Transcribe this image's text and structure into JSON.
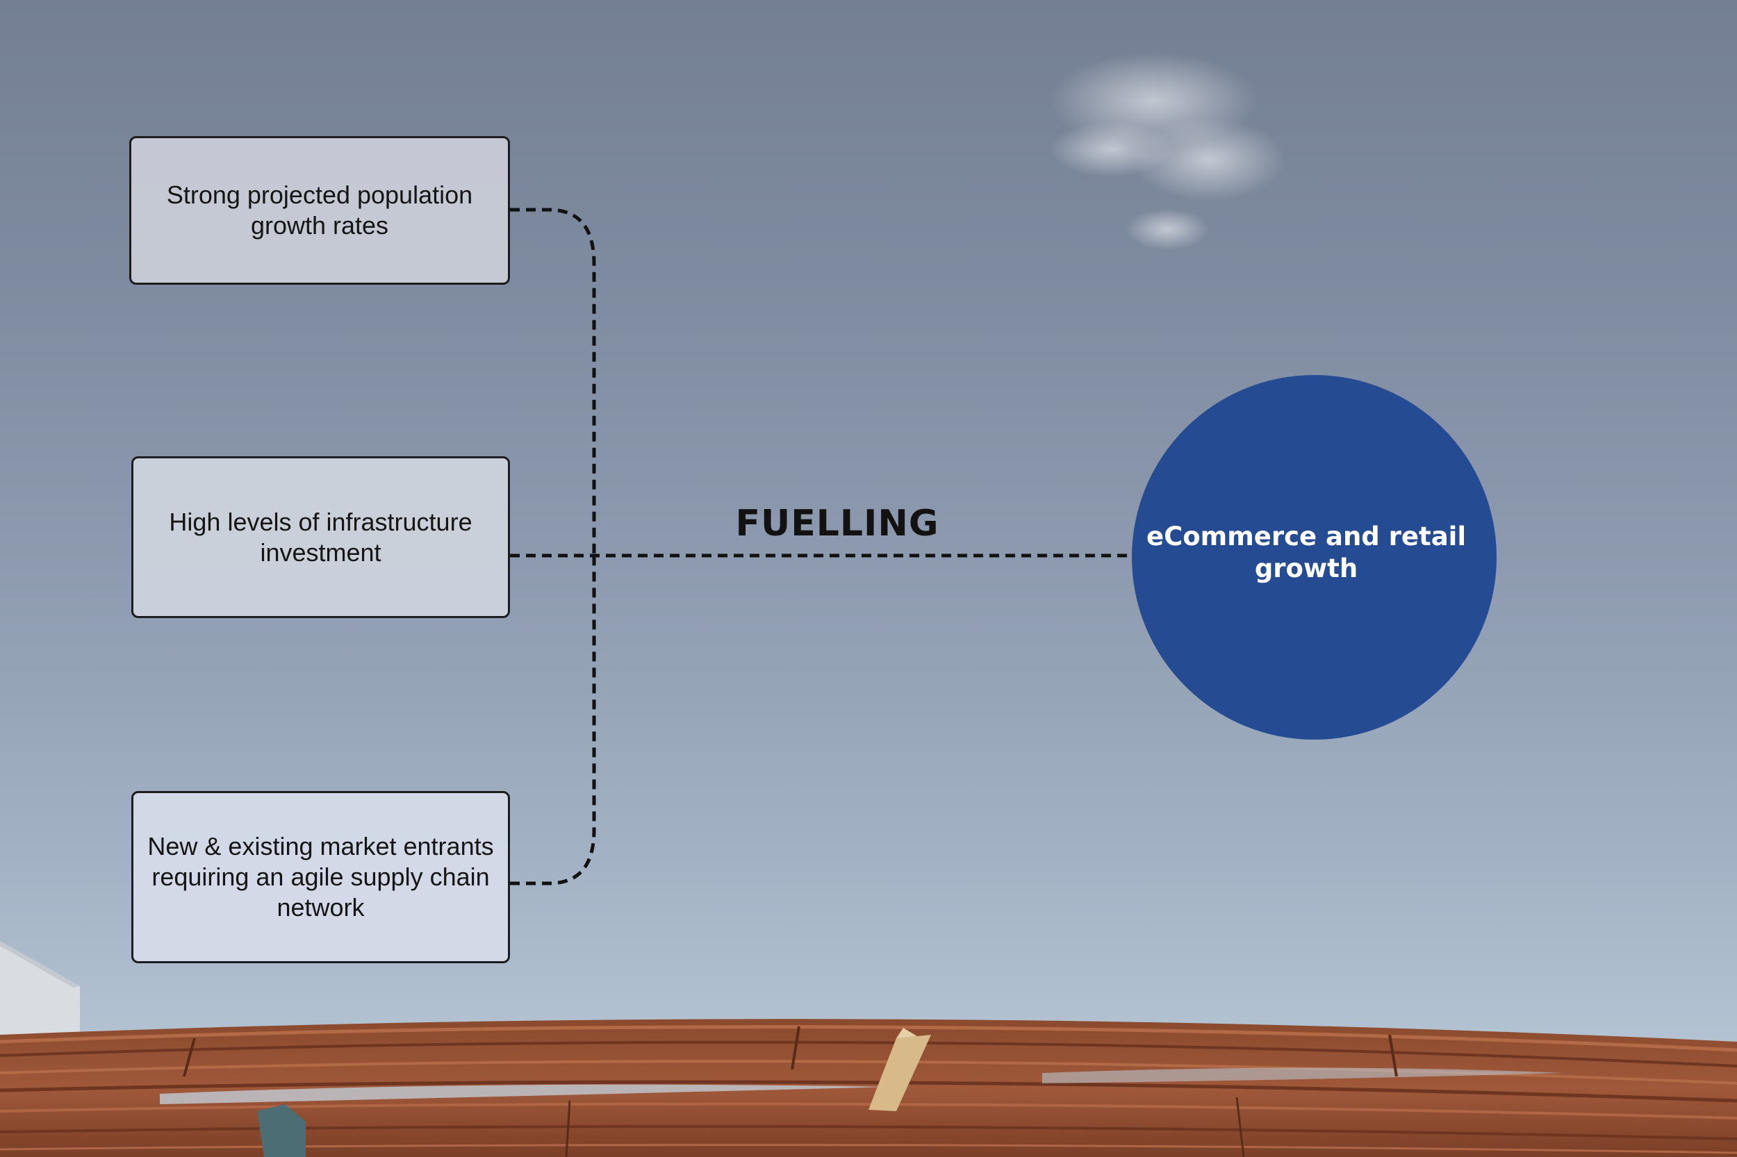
{
  "diagram": {
    "factors": [
      {
        "text": "Strong projected population growth rates"
      },
      {
        "text": "High levels of infrastructure investment"
      },
      {
        "text": "New & existing market entrants requiring an agile supply chain network"
      }
    ],
    "link_label": "FUELLING",
    "outcome": {
      "text": "eCommerce and retail growth"
    }
  },
  "colors": {
    "outcome_circle": "#254b93",
    "outcome_text": "#ffffff",
    "connector_line": "#111111",
    "box_border": "#1d1d1f"
  }
}
